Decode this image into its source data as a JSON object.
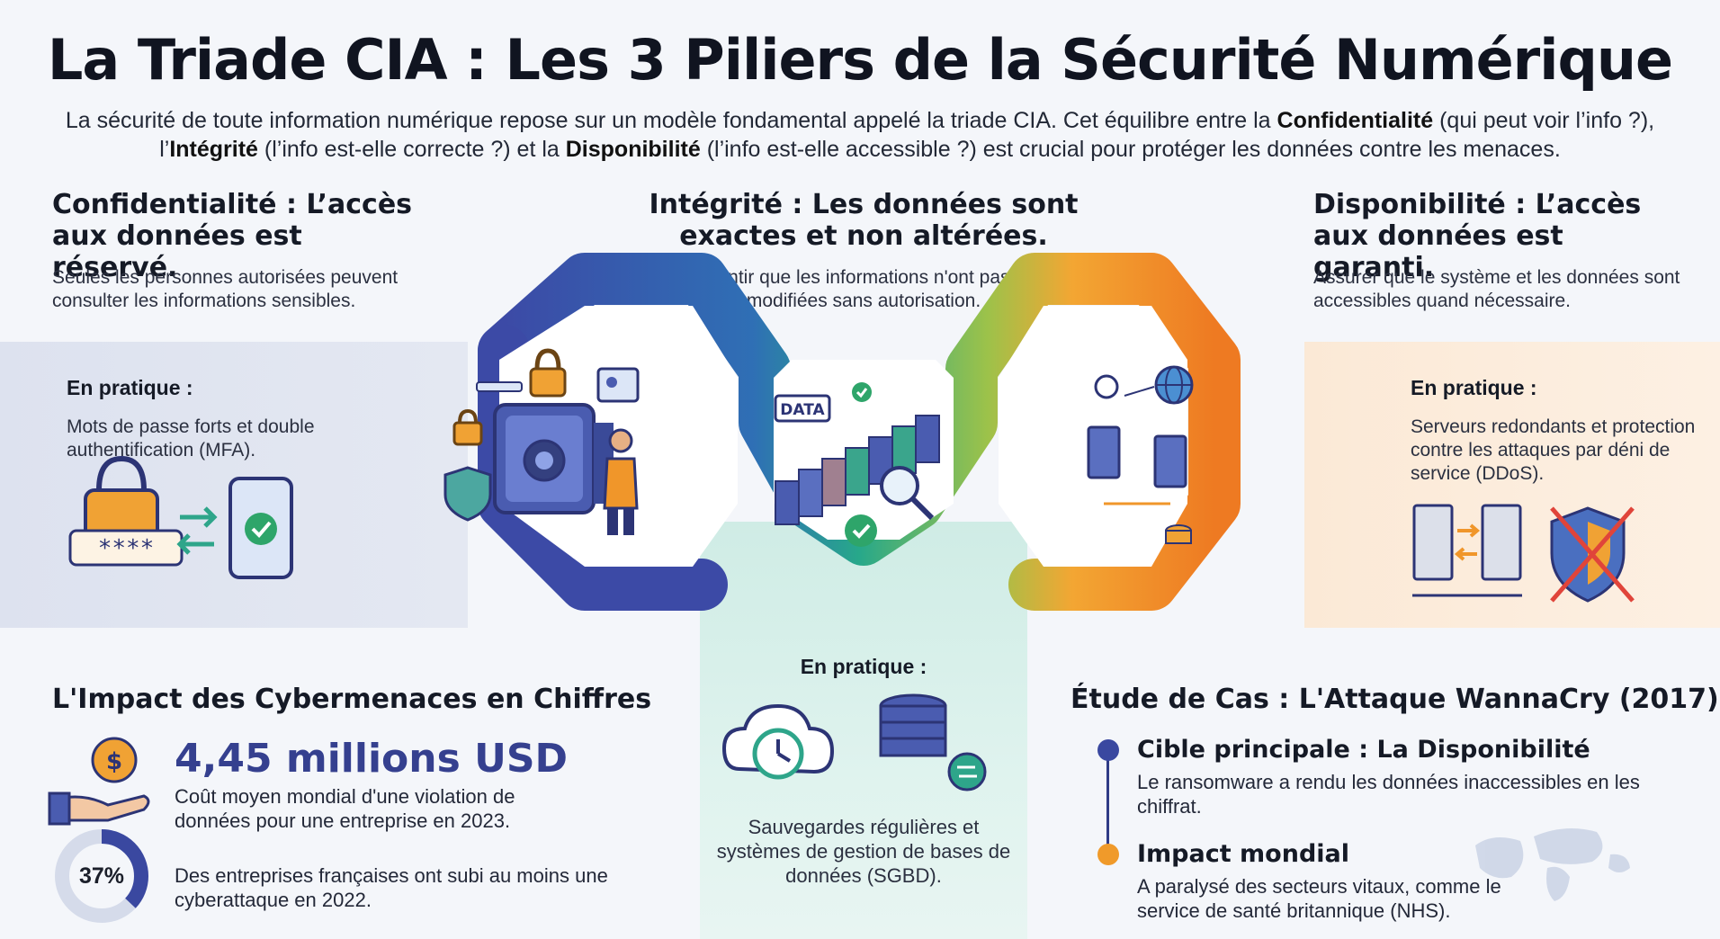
{
  "header": {
    "title": "La Triade CIA : Les 3 Piliers de la Sécurité Numérique",
    "intro_line1_a": "La sécurité de toute information numérique repose sur un modèle fondamental appelé la triade CIA. Cet équilibre entre la ",
    "intro_line1_b": "Confidentialité",
    "intro_line1_c": " (qui peut voir l’info ?),",
    "intro_line2_a": "l’",
    "intro_line2_b": "Intégrité",
    "intro_line2_c": " (l’info est-elle correcte ?) et la ",
    "intro_line2_d": "Disponibilité",
    "intro_line2_e": " (l’info est-elle accessible ?) est crucial pour protéger les données contre les menaces."
  },
  "confidentiality": {
    "title": "Confidentialité : L’accès aux données est réservé.",
    "description": "Seules les personnes autorisées peuvent consulter les informations sensibles.",
    "practice_label": "En pratique :",
    "practice_text": "Mots de passe forts et double authentification (MFA).",
    "password_mask": "****",
    "color": "#3f4fa8"
  },
  "integrity": {
    "title": "Intégrité : Les données sont exactes et non altérées.",
    "description": "Garantir que les informations n'ont pas été modifiées sans autorisation.",
    "practice_label": "En pratique :",
    "practice_text": "Sauvegardes régulières et systèmes de gestion de bases de données (SGBD).",
    "data_tag": "DATA",
    "color": "#2ea58a"
  },
  "availability": {
    "title": "Disponibilité : L’accès aux données est garanti.",
    "description": "Assurer que le système et les données sont accessibles quand nécessaire.",
    "practice_label": "En pratique :",
    "practice_text": "Serveurs redondants et protection contre les attaques par déni de service (DDoS).",
    "color": "#f08a2a"
  },
  "stats": {
    "title": "L'Impact des Cybermenaces en Chiffres",
    "stat1_value": "4,45 millions USD",
    "stat1_text": "Coût moyen mondial d'une violation de données pour une entreprise en 2023.",
    "stat2_value": "37%",
    "stat2_fraction": 0.37,
    "stat2_text": "Des entreprises françaises ont subi au moins une cyberattaque en 2022."
  },
  "case_study": {
    "title": "Étude de Cas : L'Attaque WannaCry (2017)",
    "point1_title": "Cible principale : La Disponibilité",
    "point1_text": "Le ransomware a rendu les données inaccessibles en les chiffrat.",
    "point2_title": "Impact mondial",
    "point2_text": "A paralysé des secteurs vitaux, comme le service de santé britannique (NHS)."
  }
}
